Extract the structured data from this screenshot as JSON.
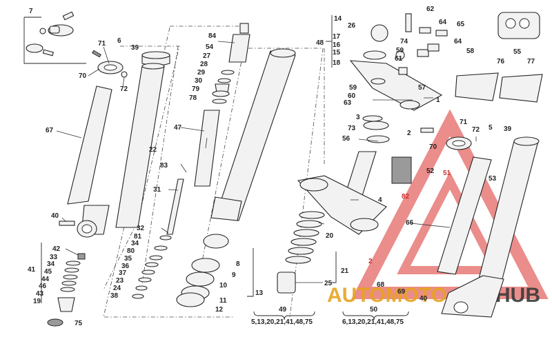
{
  "labels": {
    "l7": "7",
    "l71a": "71",
    "l70a": "70",
    "l72a": "72",
    "l6": "6",
    "l39a": "39",
    "l67": "67",
    "l40a": "40",
    "l42": "42",
    "l33": "33",
    "l34a": "34",
    "l41": "41",
    "l45": "45",
    "l44": "44",
    "l46": "46",
    "l43": "43",
    "l19": "19",
    "l75": "75",
    "l84": "84",
    "l54": "54",
    "l27": "27",
    "l28": "28",
    "l29": "29",
    "l30": "30",
    "l79": "79",
    "l78": "78",
    "l47": "47",
    "l22": "22",
    "l83": "83",
    "l31": "31",
    "l32": "32",
    "l81": "81",
    "l34b": "34",
    "l80": "80",
    "l35": "35",
    "l36": "36",
    "l37": "37",
    "l23": "23",
    "l24": "24",
    "l38": "38",
    "l8": "8",
    "l9": "9",
    "l10": "10",
    "l11": "11",
    "l12": "12",
    "l13": "13",
    "l20": "20",
    "l21": "21",
    "l25": "25",
    "l14": "14",
    "l26": "26",
    "l48": "48",
    "l17": "17",
    "l16": "16",
    "l15": "15",
    "l18": "18",
    "l62": "62",
    "l64a": "64",
    "l65": "65",
    "l74": "74",
    "l64b": "64",
    "l58": "58",
    "l59a": "59",
    "l61": "61",
    "l55": "55",
    "l76": "76",
    "l77": "77",
    "l57": "57",
    "l59b": "59",
    "l60": "60",
    "l63": "63",
    "l1": "1",
    "l3": "3",
    "l73": "73",
    "l56": "56",
    "l2a": "2",
    "l71b": "71",
    "l72b": "72",
    "l70b": "70",
    "l5": "5",
    "l39b": "39",
    "l4": "4",
    "l52": "52",
    "l51": "51",
    "l53": "53",
    "l82": "82",
    "l66": "66",
    "l2b": "2",
    "l68": "68",
    "l69": "69",
    "l40b": "40"
  },
  "groups": {
    "g49": {
      "number": "49",
      "list": "5,13,20,21,41,48,75"
    },
    "g50": {
      "number": "50",
      "list": "6,13,20,21,41,48,75"
    }
  },
  "watermark": {
    "part1": "AUTOMOTO",
    "part2": "HUB"
  },
  "colors": {
    "watermark_red": "#d9312e",
    "watermark_orange": "#e8a31f",
    "line": "#222222"
  }
}
